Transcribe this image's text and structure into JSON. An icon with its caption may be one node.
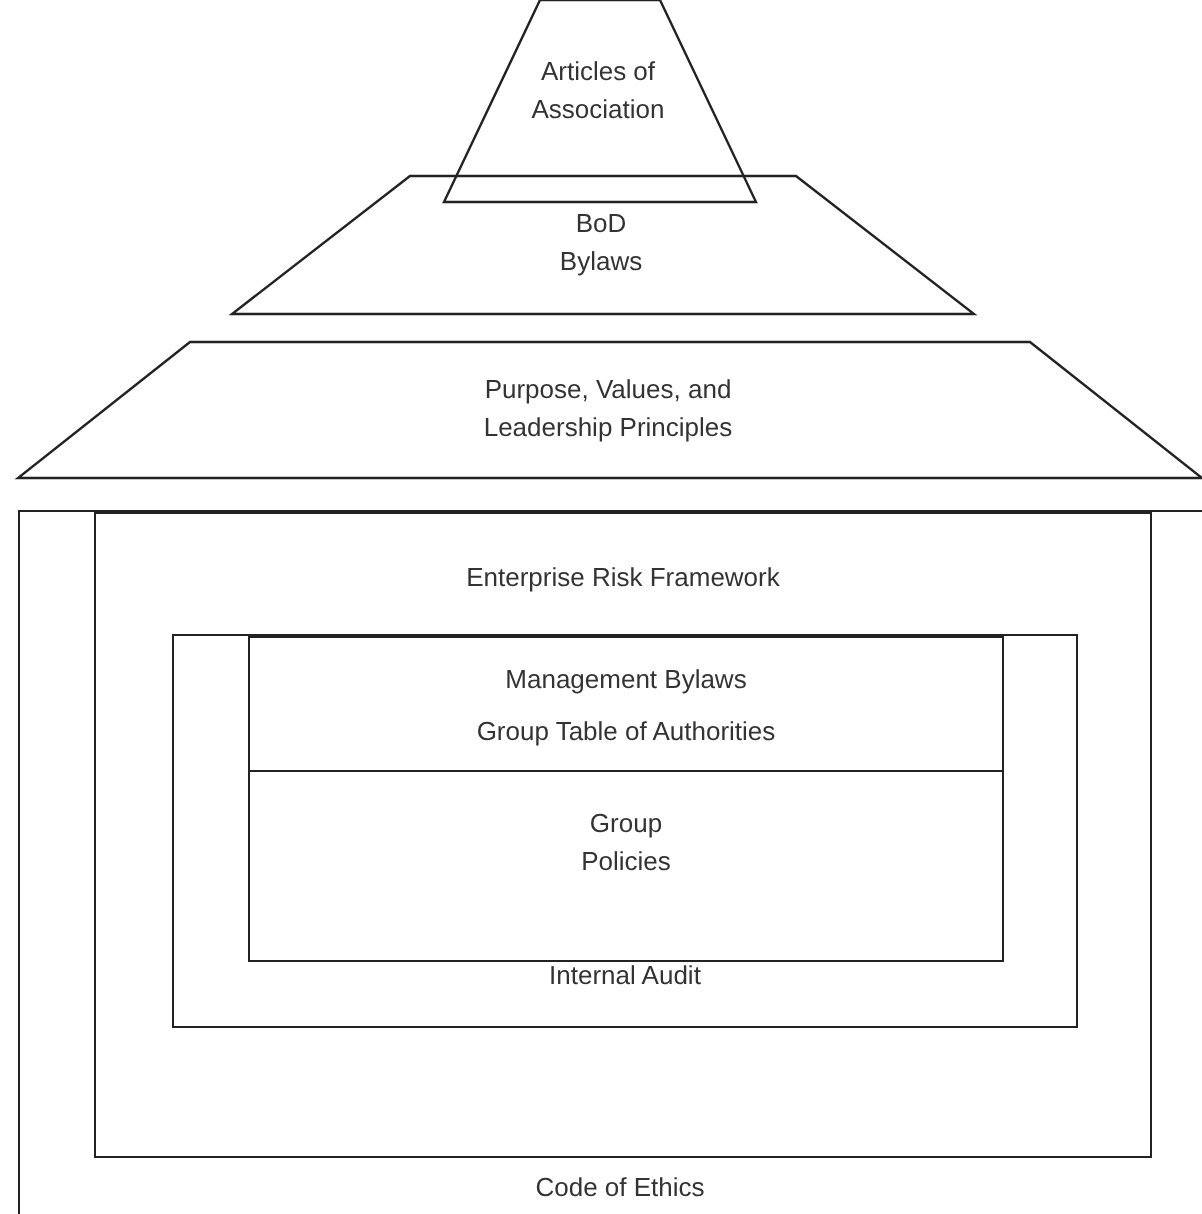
{
  "diagram": {
    "nodes": [
      {
        "text": [
          "Articles of Association"
        ]
      },
      {
        "text": [
          "BoD Bylaws"
        ]
      },
      {
        "text": [
          "Purpose, Values, and Leadership Principles"
        ]
      },
      {
        "text": [
          "Code of Ethics"
        ]
      },
      {
        "text": [
          "Enterprise Risk Framework"
        ],
        "in": 3
      },
      {
        "text": [
          "Internal Audit"
        ],
        "in": 4
      },
      {
        "text": [
          "Management Bylaws",
          "Group Table of Authorities"
        ],
        "in": 5
      },
      {
        "text": [
          "Group Policies"
        ],
        "in": 5
      }
    ]
  }
}
